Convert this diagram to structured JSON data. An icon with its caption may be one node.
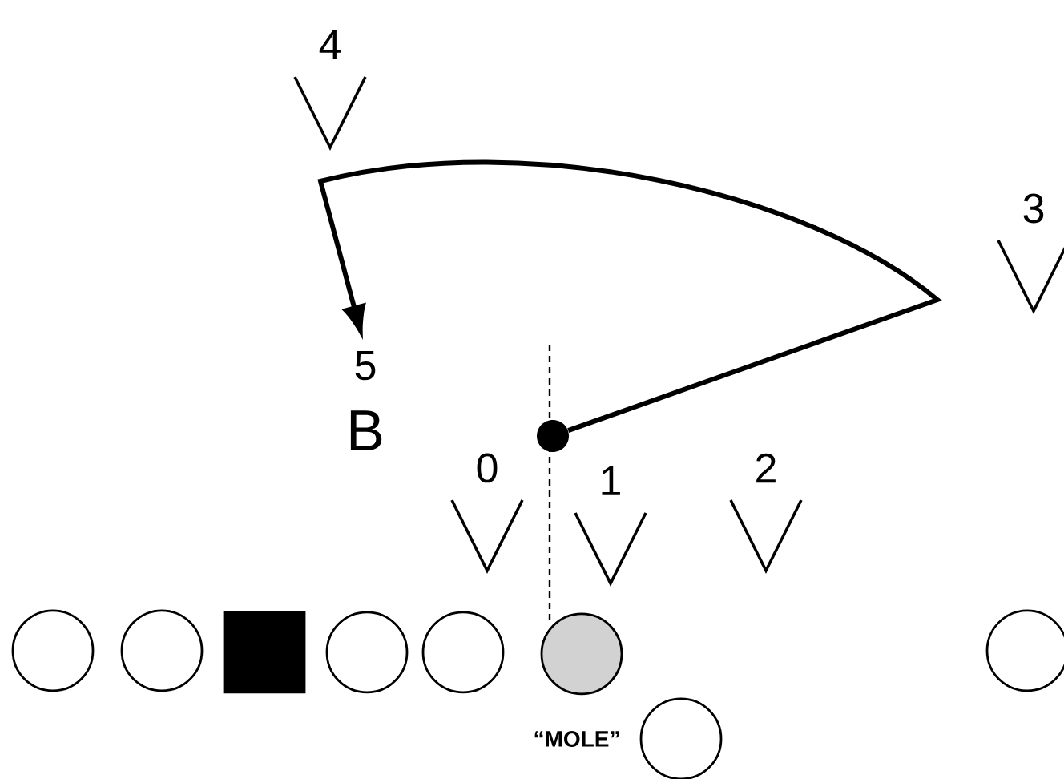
{
  "diagram": {
    "nodes": [
      {
        "text": [
          "4"
        ]
      },
      {
        "text": [
          "3"
        ]
      },
      {
        "text": [
          "5",
          "B"
        ]
      },
      {
        "text": [],
        "shape": "circle"
      },
      {
        "text": [
          "0"
        ]
      },
      {
        "text": [
          "1"
        ]
      },
      {
        "text": [
          "2"
        ]
      },
      {
        "text": [],
        "shape": "circle"
      },
      {
        "text": [],
        "shape": "circle"
      },
      {
        "text": [],
        "shape": "box"
      },
      {
        "text": [],
        "shape": "circle"
      },
      {
        "text": [],
        "shape": "circle"
      },
      {
        "text": [],
        "shape": "circle"
      },
      {
        "text": [],
        "shape": "circle"
      },
      {
        "text": [],
        "shape": "circle",
        "beside": [
          "“MOLE”"
        ]
      }
    ],
    "edges": [
      {
        "from": 3,
        "to": 2,
        "arrow": "to"
      }
    ]
  }
}
